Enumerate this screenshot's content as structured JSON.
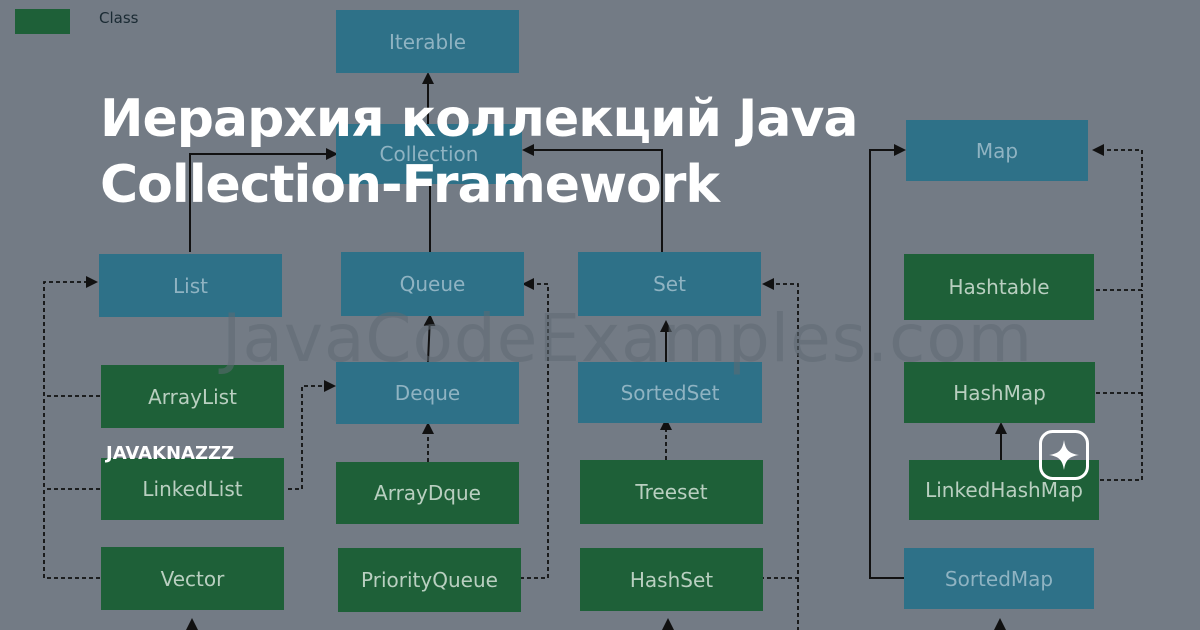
{
  "legend": {
    "class_label": "Class"
  },
  "nodes": {
    "iterable": "Iterable",
    "collection": "Collection",
    "map": "Map",
    "list": "List",
    "queue": "Queue",
    "set": "Set",
    "hashtable": "Hashtable",
    "arraylist": "ArrayList",
    "deque": "Deque",
    "sortedset": "SortedSet",
    "hashmap": "HashMap",
    "linkedlist": "LinkedList",
    "arraydque": "ArrayDque",
    "treeset": "Treeset",
    "linkedhashmap": "LinkedHashMap",
    "vector": "Vector",
    "priorityqueue": "PriorityQueue",
    "hashset": "HashSet",
    "sortedmap": "SortedMap"
  },
  "watermark": "JavaCodeExamples.com",
  "title": "Иерархия коллекций Java Collection-Framework",
  "author": "JAVAKNAZZZ",
  "colors": {
    "background": "#737b85",
    "interface_fill": "#2e7188",
    "class_fill": "#1e6038",
    "title_text": "#ffffff"
  }
}
